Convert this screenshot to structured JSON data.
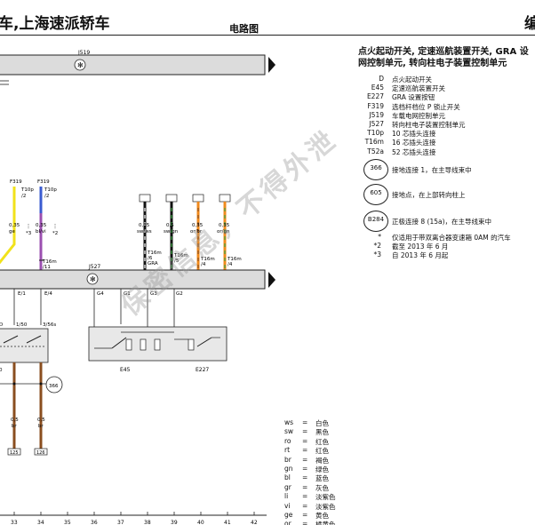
{
  "header": {
    "title": "车,上海速派轿车",
    "subtitle": "电路图",
    "right_fragment": "编"
  },
  "side_title": {
    "line1": "点火起动开关, 定速巡航装置开关, GRA 设",
    "line2": "网控制单元, 转向柱电子装置控制单元"
  },
  "legend": [
    {
      "code": "D",
      "desc": "点火起动开关"
    },
    {
      "code": "E45",
      "desc": "定速巡航装置开关"
    },
    {
      "code": "E227",
      "desc": "GRA 设置按钮"
    },
    {
      "code": "F319",
      "desc": "选档杆档位 P 锁止开关"
    },
    {
      "code": "J519",
      "desc": "车载电网控制单元"
    },
    {
      "code": "J527",
      "desc": "转向柱电子装置控制单元"
    },
    {
      "code": "T10p",
      "desc": "10 芯插头连接"
    },
    {
      "code": "T16m",
      "desc": "16 芯插头连接"
    },
    {
      "code": "T52a",
      "desc": "52 芯插头连接"
    }
  ],
  "connections": [
    {
      "id": "366",
      "desc": "接地连接 1，在主导线束中"
    },
    {
      "id": "605",
      "desc": "接地点，在上部转向柱上"
    },
    {
      "id": "B284",
      "desc": "正极连接 8 (15a)，在主导线束中"
    }
  ],
  "notes": [
    {
      "mark": "*",
      "text": "仅适用于带双离合器变速箱 0AM 的汽车"
    },
    {
      "mark": "*2",
      "text": "截至 2013 年 6 月"
    },
    {
      "mark": "*3",
      "text": "自 2013 年 6 月起"
    }
  ],
  "wire_colors": [
    {
      "code": "ws",
      "name": "白色"
    },
    {
      "code": "sw",
      "name": "黑色"
    },
    {
      "code": "ro",
      "name": "红色"
    },
    {
      "code": "rt",
      "name": "红色"
    },
    {
      "code": "br",
      "name": "褐色"
    },
    {
      "code": "gn",
      "name": "绿色"
    },
    {
      "code": "bl",
      "name": "蓝色"
    },
    {
      "code": "gr",
      "name": "灰色"
    },
    {
      "code": "li",
      "name": "淡紫色"
    },
    {
      "code": "vi",
      "name": "淡紫色"
    },
    {
      "code": "ge",
      "name": "黄色"
    },
    {
      "code": "or",
      "name": "橘黄色"
    }
  ],
  "diagram": {
    "upper_bus": {
      "label": "J519"
    },
    "lower_bus": {
      "label": "J527"
    },
    "labels": {
      "wire_left_a": "F319",
      "wire_left_b": "F319",
      "t10p_a": "T10p",
      "t10p_a_pin": "/2",
      "t10p_b": "T10p",
      "t10p_b_pin": "/2",
      "wire_ge_size": "0,35",
      "wire_ge_color": "ge",
      "wire_blvi_size": "0,35",
      "wire_blvi_color": "bl/vi",
      "mark_star3": "*3",
      "mark_star2": "*2",
      "t16m_left": "T16m",
      "t16m_left_pin": "/11",
      "sig_e1": "E/1",
      "sig_e4": "E/4",
      "sig_g4": "G4",
      "sig_g1": "G1",
      "sig_g3": "G3",
      "sig_g2": "G2",
      "sig_150": "1/50",
      "sig_356": "3/56s",
      "wire_swws_size": "0,35",
      "wire_swws_color": "sw/ws",
      "wire_swgn_size": "0,5",
      "wire_swgn_color": "sw/gn",
      "wire_orbr_size": "0,35",
      "wire_orbr_color": "or/br",
      "wire_orgn_size": "0,35",
      "wire_orgn_color": "or/gn",
      "t16m_a": "T16m",
      "t16m_a_pin": "/6",
      "t16m_a_extra": "GRA",
      "t16m_b": "T16m",
      "t16m_b_pin": "/5",
      "t16m_c": "T16m",
      "t16m_c_pin": "/4",
      "t16m_d": "T16m",
      "t16m_d_pin": "/4",
      "e45": "E45",
      "e227": "E227",
      "ground_366": "366",
      "wire_br1_size": "0,5",
      "wire_br1_color": "br",
      "wire_br2_size": "0,5",
      "wire_br2_color": "br",
      "box_a": "125",
      "box_b": "126",
      "left_edge_d": "D",
      "left_edge_num": "0"
    },
    "page_numbers": [
      "33",
      "34",
      "35",
      "36",
      "37",
      "38",
      "39",
      "40",
      "41",
      "42"
    ]
  },
  "watermark": "保密信息，不得外泄",
  "colors": {
    "yellow": "#f1e21a",
    "blue": "#3a5bd0",
    "violet": "#9b4fb0",
    "red": "#d4262a",
    "brown": "#8a4e1f",
    "orange": "#f08a1c",
    "green": "#3aa642",
    "black": "#111111",
    "bus_grey": "#dcdcdc"
  }
}
